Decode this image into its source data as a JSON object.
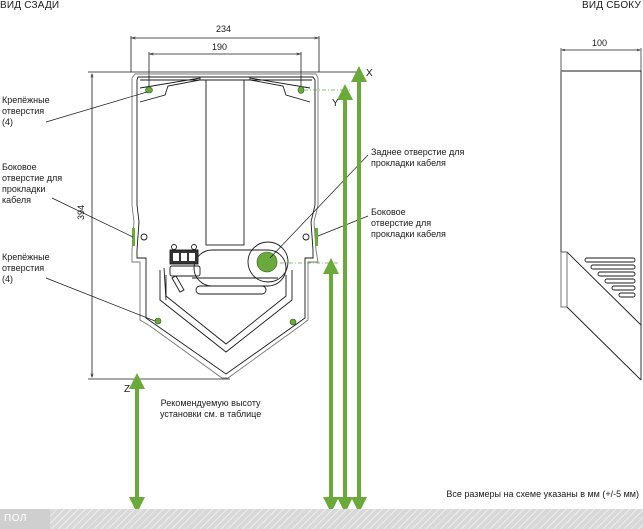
{
  "views": {
    "rear": {
      "title": "ВИД СЗАДИ"
    },
    "side": {
      "title": "ВИД СБОКУ"
    }
  },
  "dimensions": {
    "overall_width": "234",
    "mount_hole_spacing": "190",
    "height": "394",
    "depth": "100"
  },
  "height_markers": {
    "x": "X",
    "y": "Y",
    "z": "Z"
  },
  "callouts": {
    "mount_holes_top": [
      "Крепёжные",
      "отверстия",
      "(4)"
    ],
    "side_cable_hole_left": [
      "Боковое",
      "отверстие для",
      "прокладки",
      "кабеля"
    ],
    "mount_holes_bottom": [
      "Крепёжные",
      "отверстия",
      "(4)"
    ],
    "rear_cable_hole": [
      "Заднее отверстие для",
      "прокладки кабеля"
    ],
    "side_cable_hole_right": [
      "Боковое",
      "отверстие для",
      "прокладки кабеля"
    ],
    "recommended_height": [
      "Рекомендуемую высоту",
      "установки см. в таблице"
    ]
  },
  "footnote": "Все размеры на схеме указаны в мм (+/-5 мм)",
  "floor_label": "ПОЛ",
  "colors": {
    "accent_green": "#6aaa3a",
    "line": "#1a1a1a",
    "floor": "#d8d8d8"
  }
}
